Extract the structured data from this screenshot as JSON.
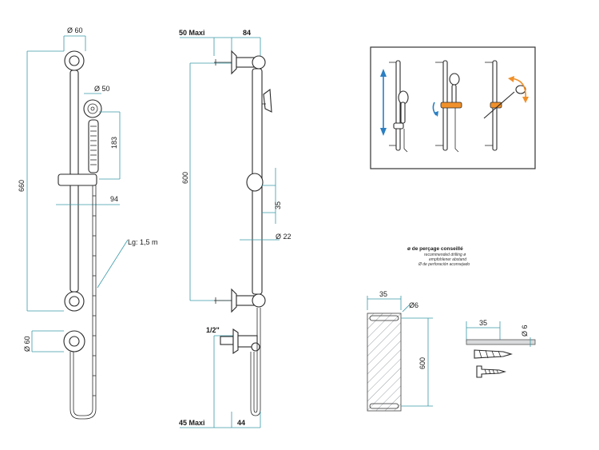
{
  "dimensions": {
    "bar_diameter": "Ø 60",
    "head_diameter": "Ø 50",
    "handle_height": "183",
    "overall_height": "660",
    "slider_offset": "94",
    "hose_length": "Lg: 1,5 m",
    "elbow_diameter": "Ø 60",
    "wall_max": "50  Maxi",
    "depth": "84",
    "fixing_centres": "600",
    "slider_travel": "35",
    "bar_tube": "Ø 22",
    "inlet_thread": "1/2\"",
    "bottom_max": "45  Maxi",
    "bottom_depth": "44"
  },
  "drilling": {
    "title": "ø de perçage conseillé",
    "lines": [
      "recommended drilling ø",
      "empfohlener abstand",
      "Ø de perforación aconsejado"
    ],
    "plate_width": "35",
    "plate_hole": "Ø6",
    "plate_height": "600",
    "plug_length": "35",
    "plug_diameter": "Ø 6"
  },
  "colors": {
    "dimension_line": "#3a9aa8",
    "part_outline": "#2a2a2a",
    "arrow_blue": "#2b7fc1",
    "arrow_orange": "#f0902a",
    "frame_border": "#333333"
  }
}
